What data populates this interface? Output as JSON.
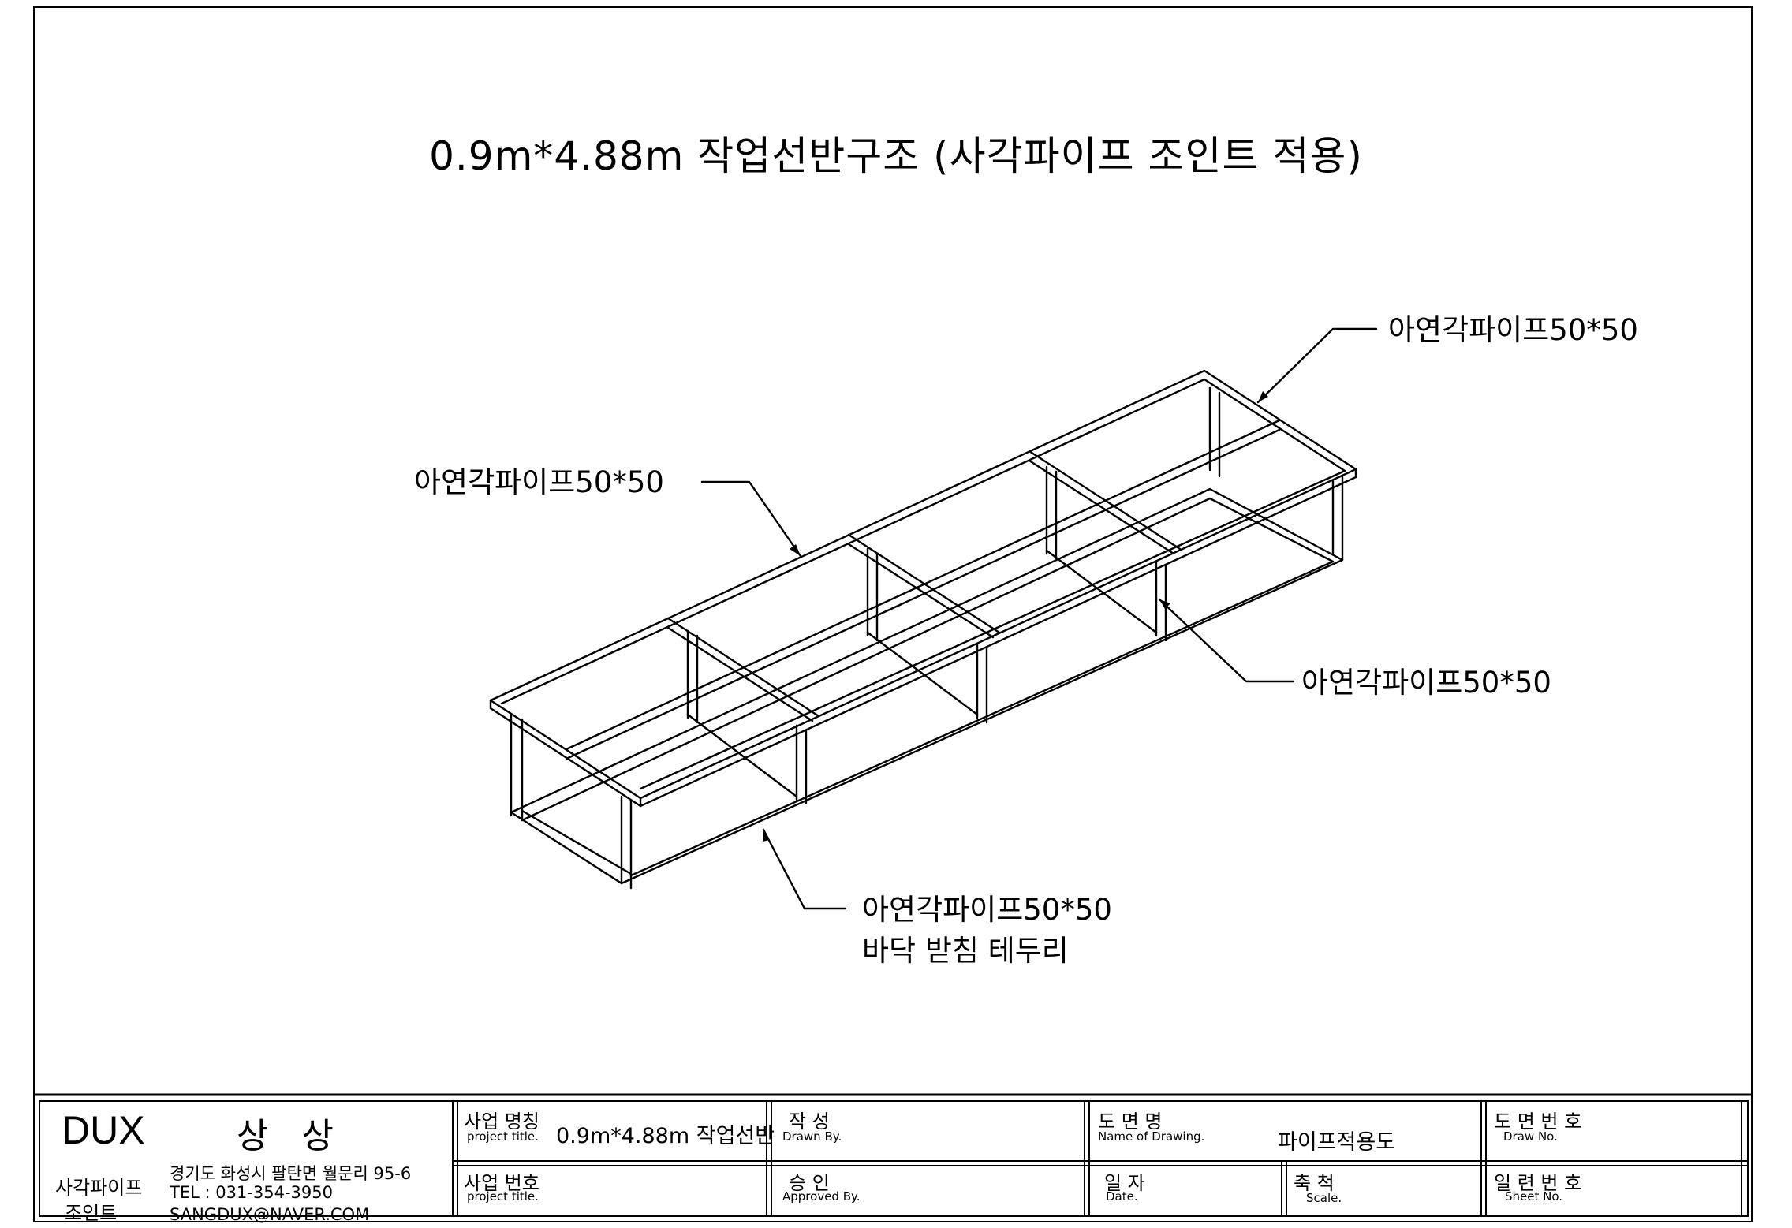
{
  "drawing": {
    "title": "0.9m*4.88m 작업선반구조 (사각파이프 조인트 적용)",
    "callouts": {
      "top_right": "아연각파이프50*50",
      "left": "아연각파이프50*50",
      "mid_right": "아연각파이프50*50",
      "bottom_line1": "아연각파이프50*50",
      "bottom_line2": "바닥 받침 테두리"
    }
  },
  "title_block": {
    "company_logo": "DUX",
    "company_name": "상 상",
    "product_line1": "사각파이프",
    "product_line2": "조인트",
    "address": "경기도 화성시 팔탄면 월문리 95-6",
    "tel": "TEL : 031-354-3950",
    "email": "SANGDUX@NAVER.COM",
    "project_name_label": "사업 명칭",
    "project_name_label_en": "project title.",
    "project_name_value": "0.9m*4.88m 작업선반",
    "project_no_label": "사업 번호",
    "project_no_label_en": "project title.",
    "drawn_by_label": "작    성",
    "drawn_by_label_en": "Drawn By.",
    "approved_by_label": "승    인",
    "approved_by_label_en": "Approved By.",
    "drawing_name_label": "도  면  명",
    "drawing_name_label_en": "Name of Drawing.",
    "drawing_name_value": "파이프적용도",
    "date_label": "일  자",
    "date_label_en": "Date.",
    "scale_label": "축  척",
    "scale_label_en": "Scale.",
    "draw_no_label": "도 면 번 호",
    "draw_no_label_en": "Draw No.",
    "sheet_no_label": "일 련 번 호",
    "sheet_no_label_en": "Sheet No."
  }
}
